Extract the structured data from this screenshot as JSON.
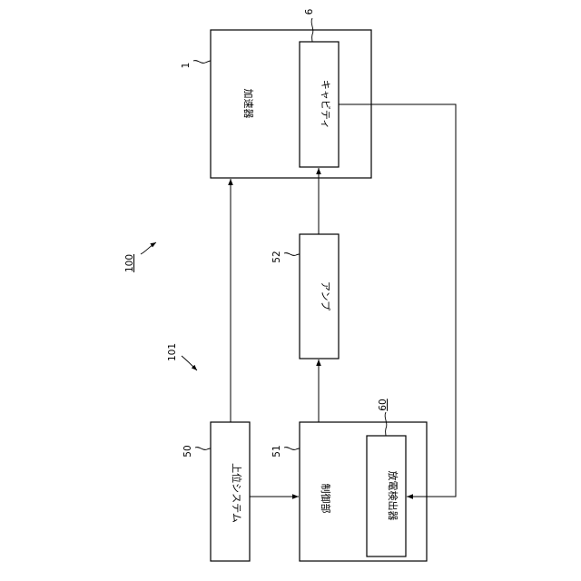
{
  "diagram": {
    "reference_numbers": {
      "system": "100",
      "subsystem": "101",
      "accelerator": "1",
      "cavity": "6",
      "amplifier": "52",
      "host_system": "50",
      "controller": "51",
      "discharge_detector": "60"
    },
    "blocks": {
      "accelerator": "加速器",
      "cavity": "キャビティ",
      "amplifier": "アンプ",
      "host_system": "上位システム",
      "controller": "制御部",
      "discharge_detector": "放電検出器"
    }
  }
}
